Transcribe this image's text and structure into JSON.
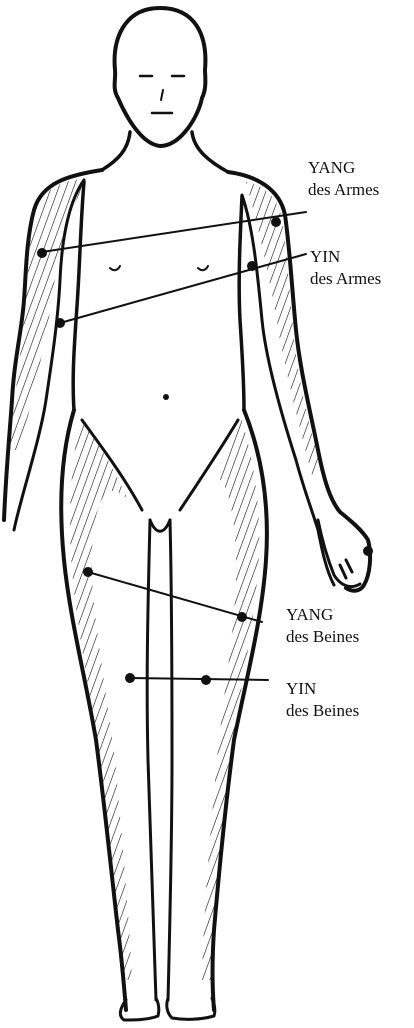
{
  "labels": {
    "yang_arms": {
      "line1": "YANG",
      "line2": "des Armes"
    },
    "yin_arms": {
      "line1": "YIN",
      "line2": "des Armes"
    },
    "yang_legs": {
      "line1": "YANG",
      "line2": "des Beines"
    },
    "yin_legs": {
      "line1": "YIN",
      "line2": "des Beines"
    }
  },
  "colors": {
    "ink": "#111111",
    "paper": "#ffffff"
  }
}
